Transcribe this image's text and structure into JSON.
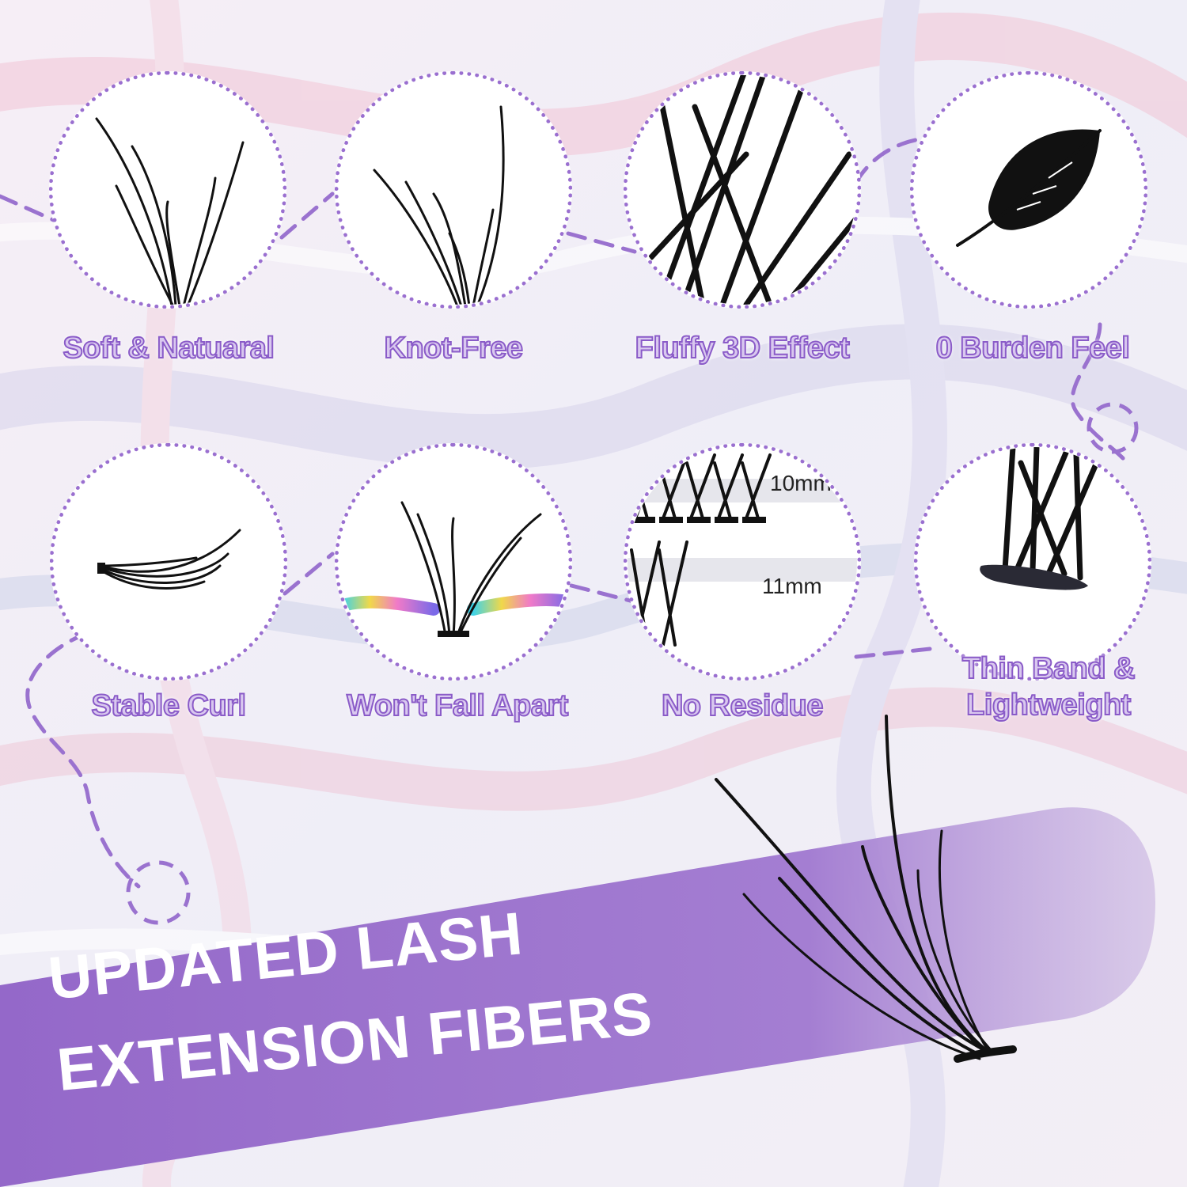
{
  "theme": {
    "accent": "#9a6fd0",
    "banner": "#9b74cc",
    "label_fill": "#d9c8ef",
    "label_outline": "#8a5bc8"
  },
  "features": [
    {
      "label": "Soft & Natuaral",
      "icon": "soft-lash-cluster-icon"
    },
    {
      "label": "Knot-Free",
      "icon": "knot-free-lash-icon"
    },
    {
      "label": "Fluffy 3D Effect",
      "icon": "crossed-fibers-icon"
    },
    {
      "label": "0 Burden Feel",
      "icon": "feather-icon"
    },
    {
      "label": "Stable Curl",
      "icon": "curled-lash-icon"
    },
    {
      "label": "Won't Fall Apart",
      "icon": "stretched-lash-icon"
    },
    {
      "label": "No Residue",
      "icon": "lash-tray-icon",
      "tray_labels": [
        "10mm",
        "11mm"
      ]
    },
    {
      "label": "Thin Band & Lightweight",
      "icon": "thin-band-icon"
    }
  ],
  "banner": {
    "line1": "UPDATED LASH",
    "line2": "EXTENSION FIBERS"
  }
}
